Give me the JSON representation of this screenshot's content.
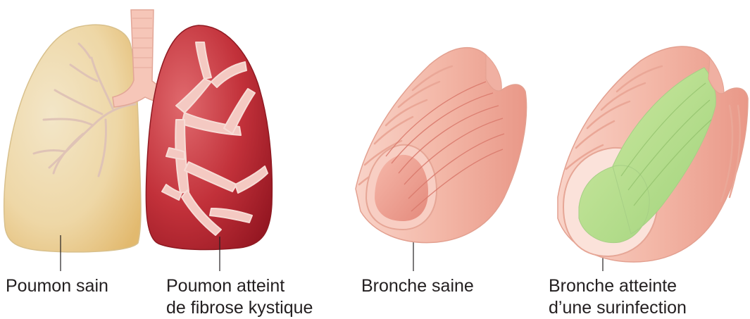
{
  "labels": {
    "healthy_lung": "Poumon sain",
    "cf_lung": [
      "Poumon atteint",
      "de fibrose kystique"
    ],
    "healthy_bronchus": "Bronche saine",
    "infected_bronchus": [
      "Bronche atteinte",
      "d’une surinfection"
    ]
  },
  "colors": {
    "healthy_lung": "#f1d9a3",
    "cf_lung": "#b8242f",
    "airway": "#f6c2b6",
    "bronchus_wall": "#f2b4a6",
    "mucus": "#b8de8a",
    "leader_line": "#231f20"
  },
  "icons": [
    "lung-illustration",
    "trachea-illustration",
    "bronchus-section-illustration",
    "mucus-illustration"
  ]
}
